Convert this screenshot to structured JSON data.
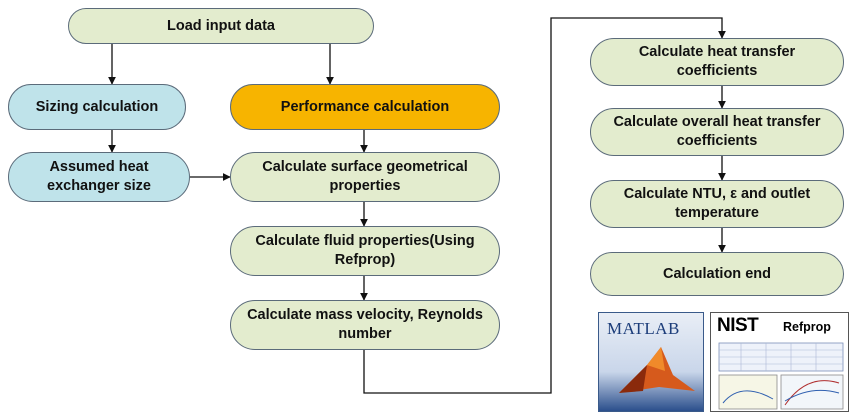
{
  "nodes": {
    "load_input": "Load input data",
    "sizing": "Sizing calculation",
    "performance": "Performance calculation",
    "assumed_size": "Assumed heat exchanger size",
    "surface_props": "Calculate surface geometrical properties",
    "fluid_props": "Calculate fluid properties(Using Refprop)",
    "mass_velocity": "Calculate mass velocity, Reynolds number",
    "heat_transfer": "Calculate heat transfer coefficients",
    "overall_heat": "Calculate overall heat transfer coefficients",
    "ntu": "Calculate NTU, ε and outlet temperature",
    "end": "Calculation end"
  },
  "logos": {
    "matlab": "MATLAB",
    "nist": "NIST",
    "refprop": "Refprop"
  },
  "colors": {
    "green_node": "#e3ecce",
    "blue_node": "#bfe3ea",
    "orange_node": "#f7b400",
    "border": "#5b6b7a"
  }
}
